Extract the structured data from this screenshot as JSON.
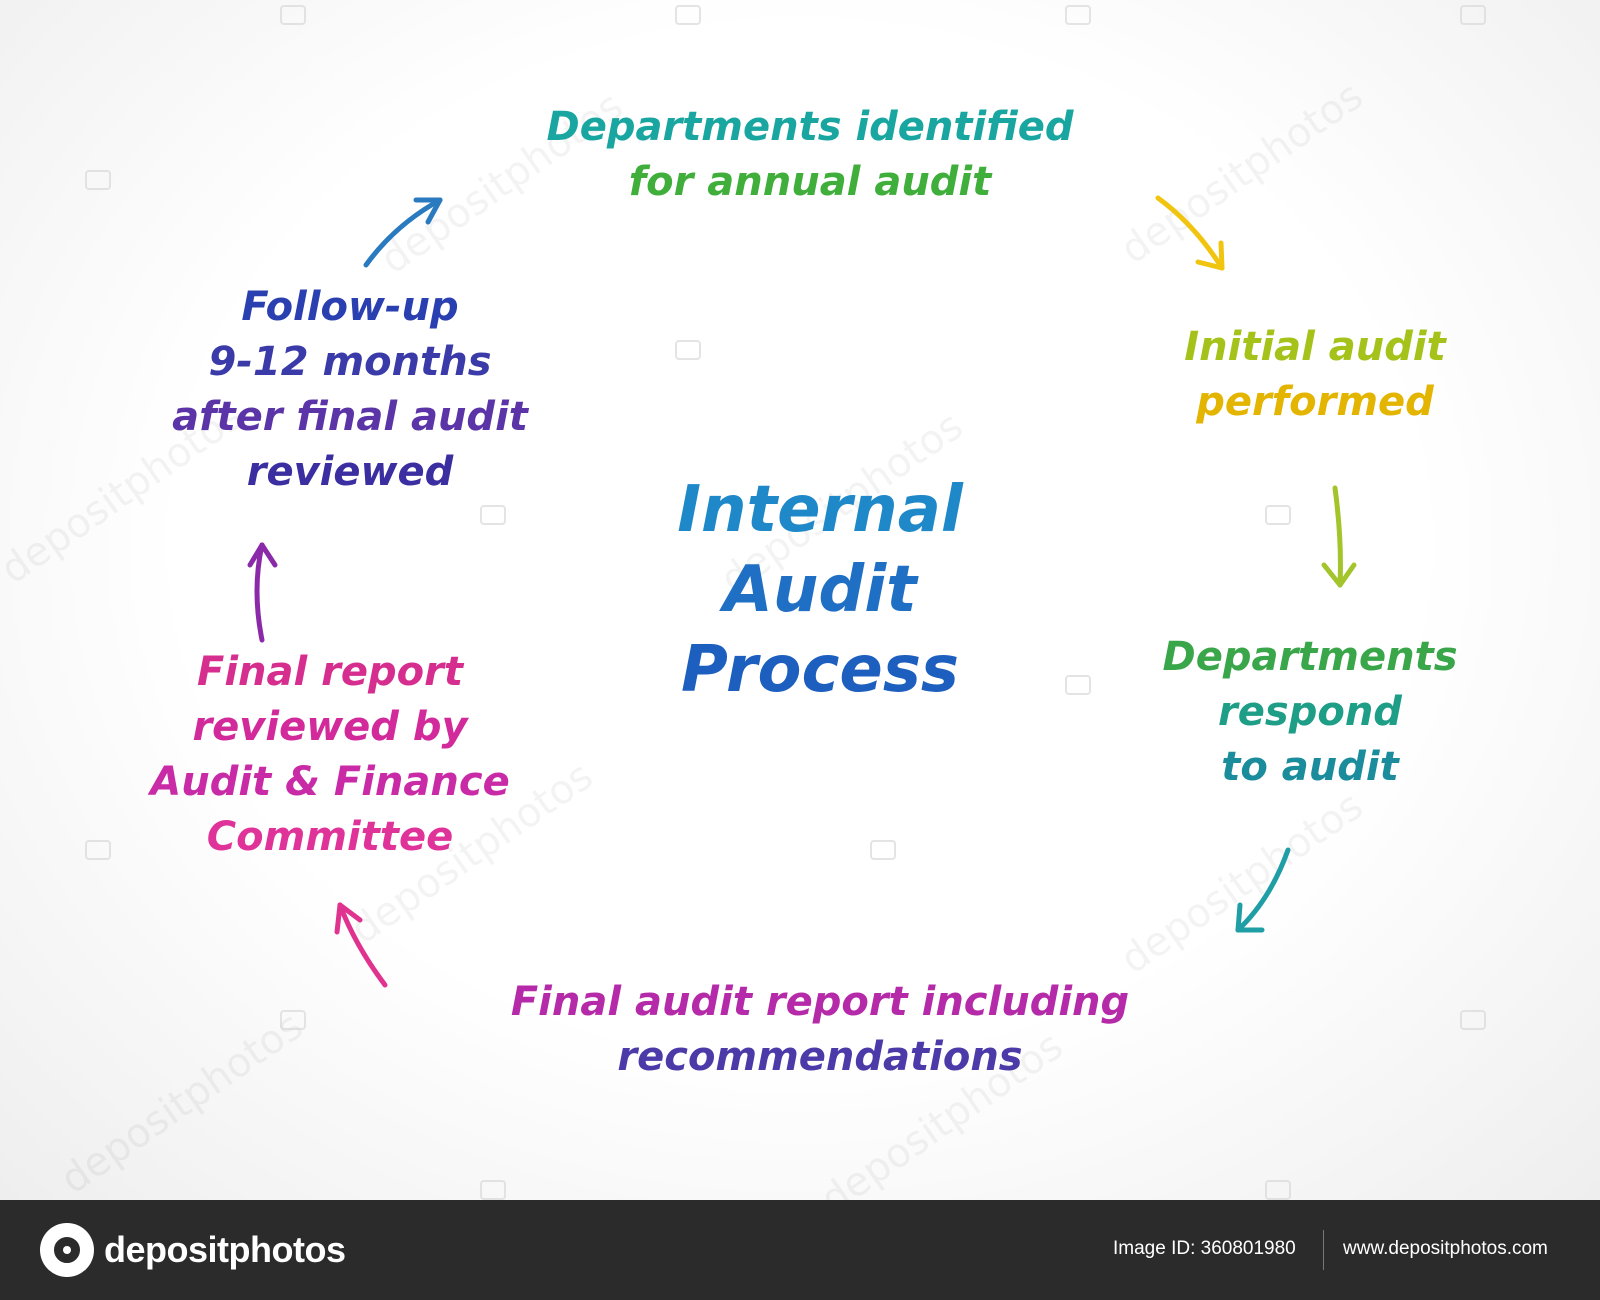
{
  "diagram": {
    "center": {
      "lines": [
        "Internal",
        "Audit",
        "Process"
      ],
      "color": "#1e7fc9"
    },
    "steps": [
      {
        "lines": [
          "Departments identified",
          "for annual audit"
        ],
        "colors": [
          "#1aa6a0",
          "#3fae3a"
        ]
      },
      {
        "lines": [
          "Initial audit",
          "performed"
        ],
        "colors": [
          "#a5c21a",
          "#e7b800"
        ]
      },
      {
        "lines": [
          "Departments",
          "respond",
          "to audit"
        ],
        "colors": [
          "#3aa64a",
          "#1e9e86",
          "#1b8c9c"
        ]
      },
      {
        "lines": [
          "Final audit report including",
          "recommendations"
        ],
        "colors": [
          "#b52aa8",
          "#4b3aa8"
        ]
      },
      {
        "lines": [
          "Final report",
          "reviewed by",
          "Audit & Finance",
          "Committee"
        ],
        "colors": [
          "#d62e8e",
          "#d22a9a",
          "#c92aa6",
          "#e0339a"
        ]
      },
      {
        "lines": [
          "Follow-up",
          "9-12 months",
          "after final audit",
          "reviewed"
        ],
        "colors": [
          "#2a3fb0",
          "#3a3aa8",
          "#5b34a8",
          "#3a2ea0"
        ]
      }
    ],
    "arrow_colors": [
      "#f1c40f",
      "#a3c42a",
      "#1f9ea6",
      "#e0338f",
      "#8b2aa8",
      "#2a7ac0"
    ]
  },
  "footer": {
    "logo_text": "depositphotos",
    "image_id": "Image ID: 360801980",
    "url": "www.depositphotos.com"
  }
}
